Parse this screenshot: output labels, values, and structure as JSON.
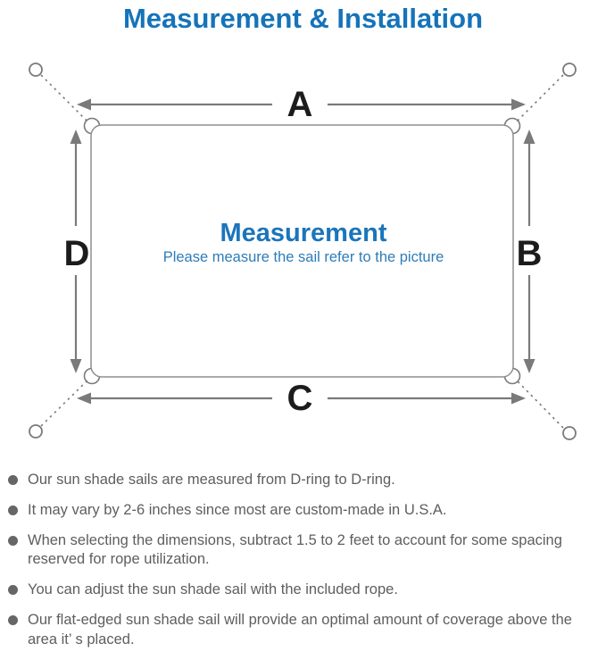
{
  "title": "Measurement & Installation",
  "diagram": {
    "dimension_labels": {
      "top": "A",
      "right": "B",
      "bottom": "C",
      "left": "D"
    },
    "center": {
      "heading": "Measurement",
      "subheading": "Please measure the sail refer to the picture"
    }
  },
  "notes": [
    "Our sun shade sails are measured from D-ring to D-ring.",
    "It may vary by 2-6 inches since most are custom-made in U.S.A.",
    "When selecting the dimensions, subtract 1.5 to 2 feet to account for some spacing reserved for rope utilization.",
    "You can adjust the sun shade sail with the included rope.",
    "Our flat-edged sun shade sail will provide an optimal amount of coverage above the area it’ s placed."
  ],
  "colors": {
    "title_blue": "#1573b9",
    "center_heading_blue": "#1b75bb",
    "center_subheading_blue": "#2e7cb8",
    "line_gray": "#7a7a7a",
    "sail_outline_gray": "#8f8f8f",
    "dimension_label_black": "#1c1c1c",
    "note_text_gray": "#5e5e5e"
  }
}
